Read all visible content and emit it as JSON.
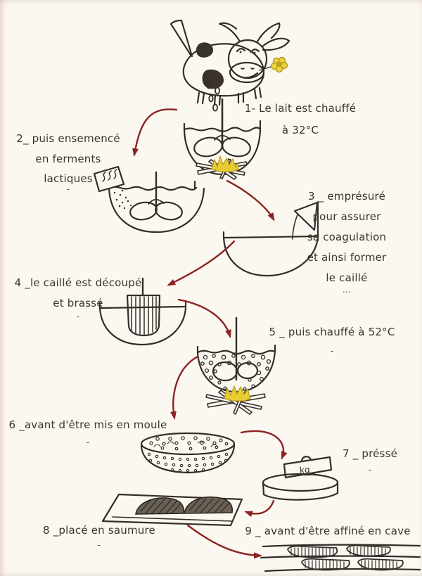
{
  "palette": {
    "ink": "#332e29",
    "arrow": "#8c2322",
    "flame_fill": "#e7cd33",
    "flame_stroke": "#b79c1c",
    "paper": "#fbf8f1",
    "curd_scribble": "#6a6156"
  },
  "labels": {
    "step1": {
      "lines": [
        "1- Le lait est chauffé",
        "à 32°C"
      ]
    },
    "step2": {
      "lines": [
        "2_ puis ensemencé",
        "en ferments",
        "lactiques",
        "-"
      ]
    },
    "step3": {
      "lines": [
        "3 _ emprésuré",
        "pour assurer",
        "sa coagulation",
        "et ainsi former",
        "le caillé",
        "…"
      ]
    },
    "step4": {
      "lines": [
        "4 _le caillé est découpé",
        "et brassé",
        "-"
      ]
    },
    "step5": {
      "lines": [
        "5 _ puis chauffé à 52°C",
        "-"
      ]
    },
    "step6": {
      "lines": [
        "6 _avant d'être mis en moule",
        "-"
      ]
    },
    "step7": {
      "lines": [
        "7 _ préssé",
        "-"
      ]
    },
    "step8": {
      "lines": [
        "8 _placé en saumure",
        "-"
      ]
    },
    "step9": {
      "lines": [
        "9 _ avant d'être affiné en cave"
      ]
    }
  },
  "drawings": {
    "press_weight_label": "kg"
  }
}
